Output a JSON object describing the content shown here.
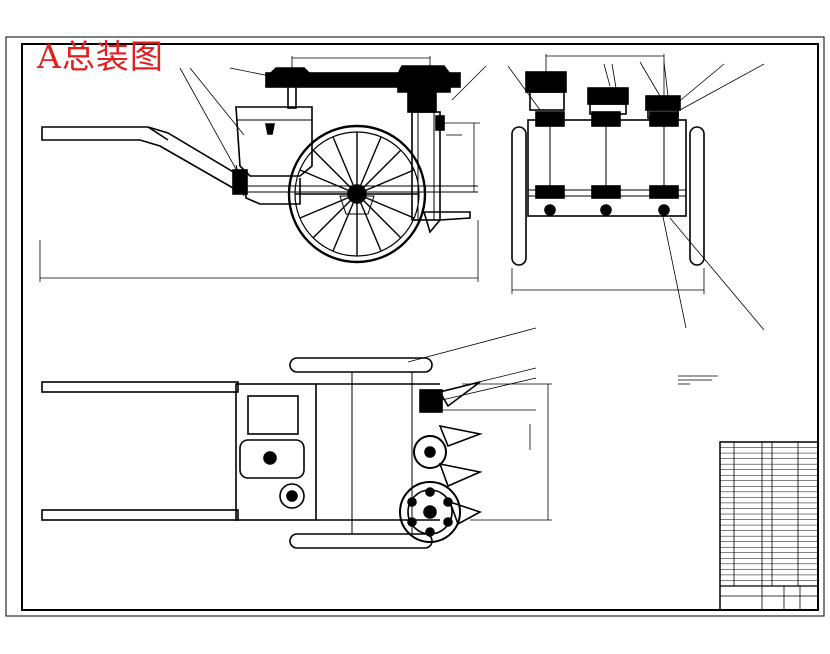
{
  "drawing_title": "A总装图",
  "colors": {
    "title": "#e02020",
    "line": "#000000",
    "background": "#ffffff"
  },
  "views": [
    "side-elevation-view",
    "end-elevation-view",
    "plan-view"
  ],
  "title_block": {
    "parts_rows": 26,
    "columns": 5
  }
}
